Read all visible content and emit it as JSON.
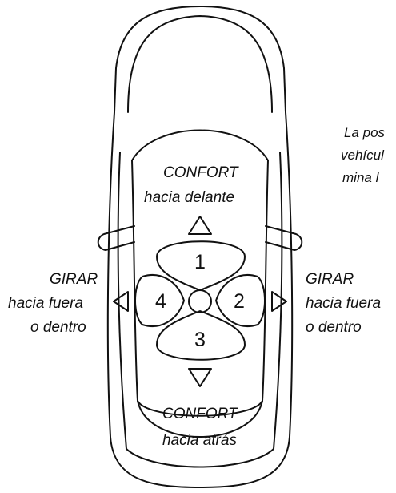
{
  "buttons": {
    "forward": "1",
    "right": "2",
    "back": "3",
    "left": "4"
  },
  "labels": {
    "forward_line1": "CONFORT",
    "forward_line2": "hacia delante",
    "back_line1": "CONFORT",
    "back_line2": "hacia atrás",
    "left_line1": "GIRAR",
    "left_line2": "hacia fuera",
    "left_line3": "o dentro",
    "right_line1": "GIRAR",
    "right_line2": "hacia fuera",
    "right_line3": "o dentro"
  },
  "note": {
    "line1": "La pos",
    "line2": "vehícul",
    "line3": "mina l"
  },
  "colors": {
    "stroke": "#111111",
    "background": "#ffffff"
  }
}
